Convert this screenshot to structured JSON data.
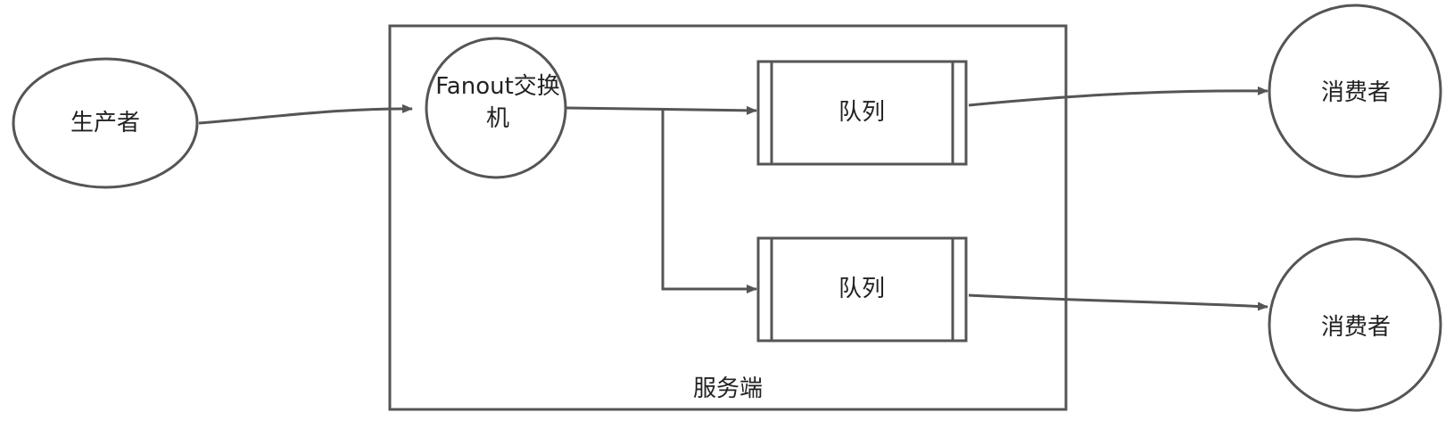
{
  "diagram": {
    "producer": "生产者",
    "exchange": "Fanout交换机",
    "queue_top": "队列",
    "queue_bottom": "队列",
    "consumer_top": "消费者",
    "consumer_bottom": "消费者",
    "server": "服务端"
  },
  "colors": {
    "stroke": "#555555",
    "text": "#222222",
    "background": "#ffffff"
  }
}
